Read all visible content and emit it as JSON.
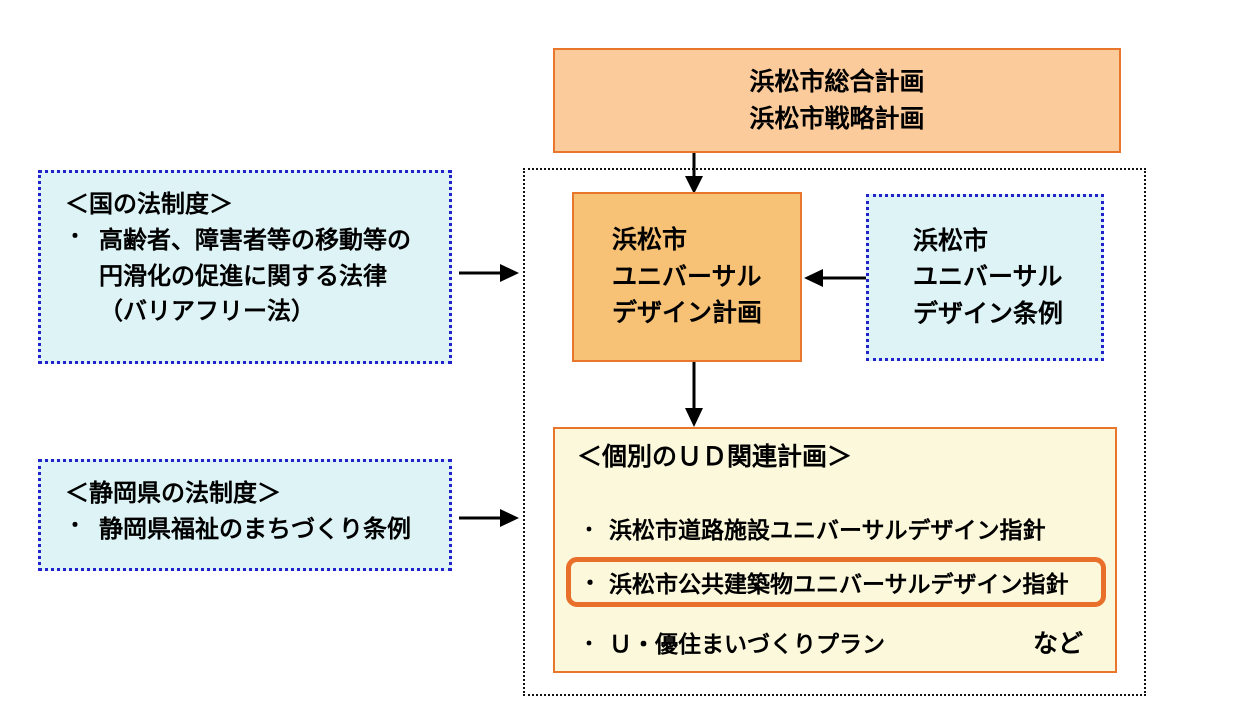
{
  "diagram": {
    "title_top_plan": "浜松市総合計画\n浜松市戦略計画",
    "top_plan_line1": "浜松市総合計画",
    "top_plan_line2": "浜松市戦略計画",
    "ud_plan_line1": "浜松市",
    "ud_plan_line2": "ユニバーサル",
    "ud_plan_line3": "デザイン計画",
    "ud_ordinance_line1": "浜松市",
    "ud_ordinance_line2": "ユニバーサル",
    "ud_ordinance_line3": "デザイン条例",
    "law_national": {
      "header": "＜国の法制度＞",
      "bullet_marker": "・",
      "item": "高齢者、障害者等の移動等の\n円滑化の促進に関する法律\n（バリアフリー法）"
    },
    "law_prefecture": {
      "header": "＜静岡県の法制度＞",
      "bullet_marker": "・",
      "item": "静岡県福祉のまちづくり条例"
    },
    "related_plans": {
      "header": "＜個別のＵＤ関連計画＞",
      "bullet_marker": "・",
      "items": [
        "浜松市道路施設ユニバーサルデザイン指針",
        "浜松市公共建築物ユニバーサルデザイン指針",
        "Ｕ・優住まいづくりプラン"
      ],
      "highlighted_index": 1,
      "trailing_note": "など"
    }
  },
  "colors": {
    "orange_border": "#e8762b",
    "highlight_orange": "#e8702a",
    "top_plan_fill": "#fbcb9b",
    "ud_plan_fill": "#f8c276",
    "law_fill": "#ddf3f6",
    "law_border": "#2222cc",
    "related_fill": "#fcf8dc",
    "container_border": "#111111",
    "arrow": "#000000"
  }
}
